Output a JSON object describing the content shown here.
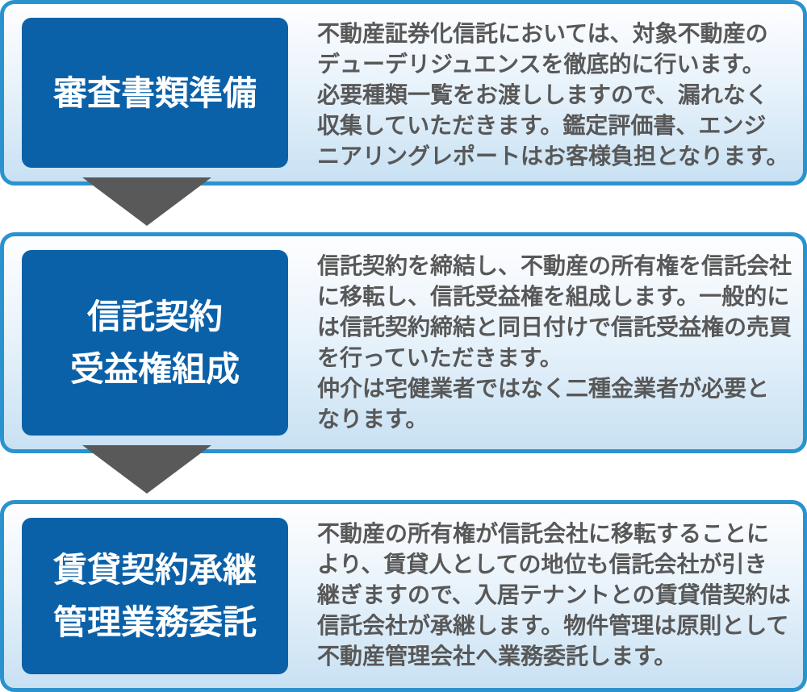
{
  "diagram": {
    "colors": {
      "label_box_blue": "#0b61a8",
      "panel_border_blue": "#2a93cf",
      "panel_gradient_top": "#fefeff",
      "panel_gradient_bottom": "#c8e1f3",
      "arrow_gray": "#595959",
      "description_text_gray": "#585858",
      "label_text_white": "#ffffff"
    },
    "arrow_icon": "down-triangle",
    "steps": [
      {
        "label_lines": [
          "審査書類準備"
        ],
        "description_lines": [
          "不動産証券化信託においては、対象不動産の",
          "デューデリジュエンスを徹底的に行います。",
          "必要種類一覧をお渡ししますので、漏れなく",
          "収集していただきます。鑑定評価書、エンジ",
          "ニアリングレポートはお客様負担となります。"
        ]
      },
      {
        "label_lines": [
          "信託契約",
          "受益権組成"
        ],
        "description_lines": [
          "信託契約を締結し、不動産の所有権を信託会社",
          "に移転し、信託受益権を組成します。一般的に",
          "は信託契約締結と同日付けで信託受益権の売買",
          "を行っていただきます。",
          "仲介は宅健業者ではなく二種金業者が必要と",
          "なります。"
        ]
      },
      {
        "label_lines": [
          "賃貸契約承継",
          "管理業務委託"
        ],
        "description_lines": [
          "不動産の所有権が信託会社に移転することに",
          "より、賃貸人としての地位も信託会社が引き",
          "継ぎますので、入居テナントとの賃貸借契約は",
          "信託会社が承継します。物件管理は原則として",
          "不動産管理会社へ業務委託します。"
        ]
      }
    ]
  }
}
